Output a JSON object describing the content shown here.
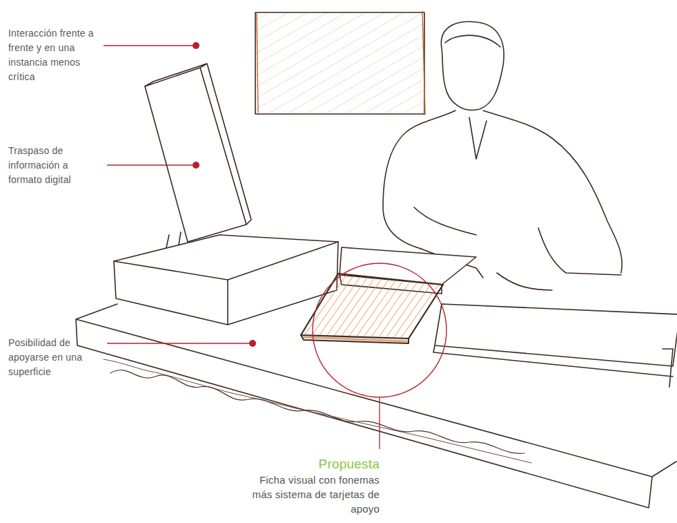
{
  "diagram": {
    "labels": [
      "Interacción frente a frente y en una instancia menos crítica",
      "Traspaso de información a formato digital",
      "Posibilidad de apoyarse en una superficie",
      "Propuesta",
      "Ficha visual con fonemas más sistema de tarjetas de apoyo"
    ]
  }
}
